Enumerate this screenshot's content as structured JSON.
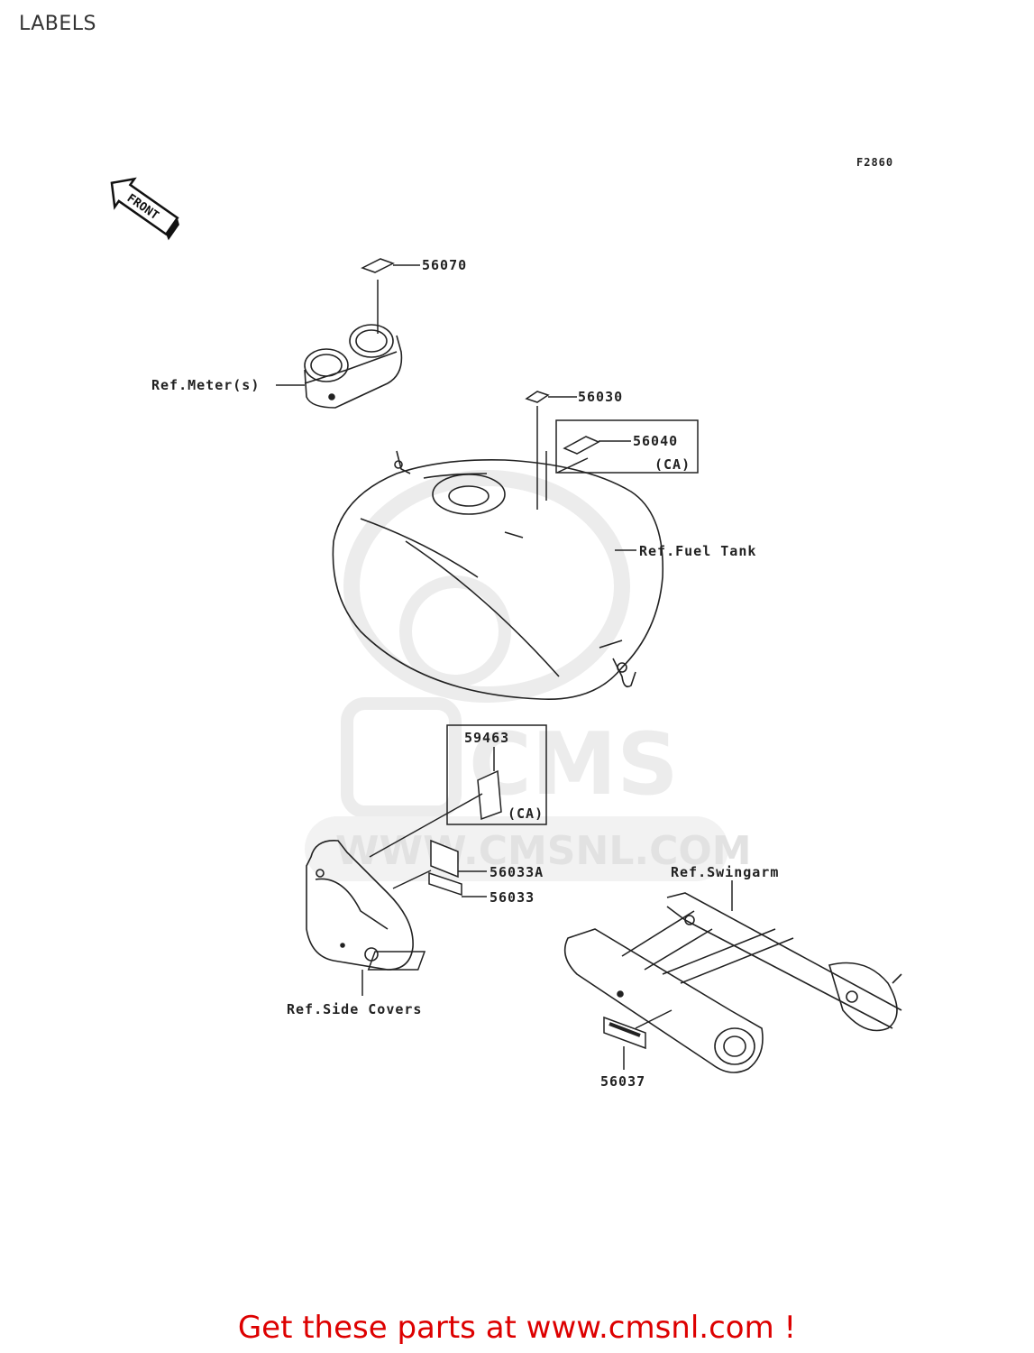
{
  "page": {
    "title": "LABELS"
  },
  "diagram": {
    "code": "F2860",
    "front_label": "FRONT",
    "parts": {
      "p56070": "56070",
      "p56030": "56030",
      "p56040": "56040",
      "p56040_note": "(CA)",
      "p59463": "59463",
      "p59463_note": "(CA)",
      "p56033A": "56033A",
      "p56033": "56033",
      "p56037": "56037"
    },
    "refs": {
      "meter": "Ref.Meter(s)",
      "fuel_tank": "Ref.Fuel Tank",
      "swingarm": "Ref.Swingarm",
      "side_covers": "Ref.Side Covers"
    },
    "watermark": {
      "brand": "CMS",
      "url": "WWW.CMSNL.COM"
    }
  },
  "footer": {
    "cta": "Get these parts at www.cmsnl.com !"
  },
  "colors": {
    "accent": "#dd0000",
    "line": "#222222",
    "watermark": "#ececec"
  }
}
